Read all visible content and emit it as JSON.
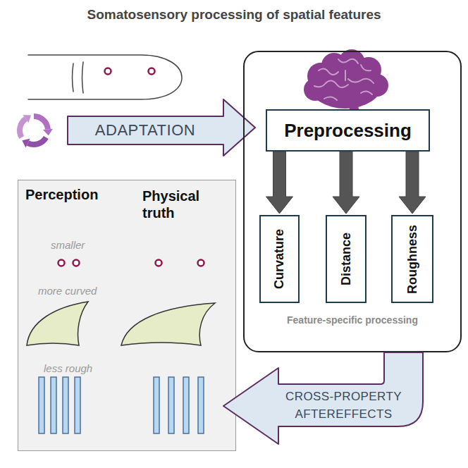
{
  "diagram": {
    "title": "Somatosensory processing of spatial features",
    "nodes": [
      {
        "text": [
          "ADAPTATION"
        ]
      },
      {
        "text": [
          "Feature-specific processing"
        ]
      },
      {
        "text": [
          "Preprocessing"
        ],
        "in": 1
      },
      {
        "text": [
          "Curvature"
        ],
        "in": 1
      },
      {
        "text": [
          "Distance"
        ],
        "in": 1
      },
      {
        "text": [
          "Roughness"
        ],
        "in": 1
      },
      {
        "text": [
          "Perception",
          "Physical truth",
          "smaller",
          "more curved",
          "less rough"
        ]
      },
      {
        "text": [
          "CROSS-PROPERTY AFTEREFFECTS"
        ]
      }
    ],
    "edges": [
      {
        "from": 2,
        "to": 3,
        "arrow": "to"
      },
      {
        "from": 2,
        "to": 4,
        "arrow": "to"
      },
      {
        "from": 2,
        "to": 5,
        "arrow": "to"
      }
    ]
  }
}
